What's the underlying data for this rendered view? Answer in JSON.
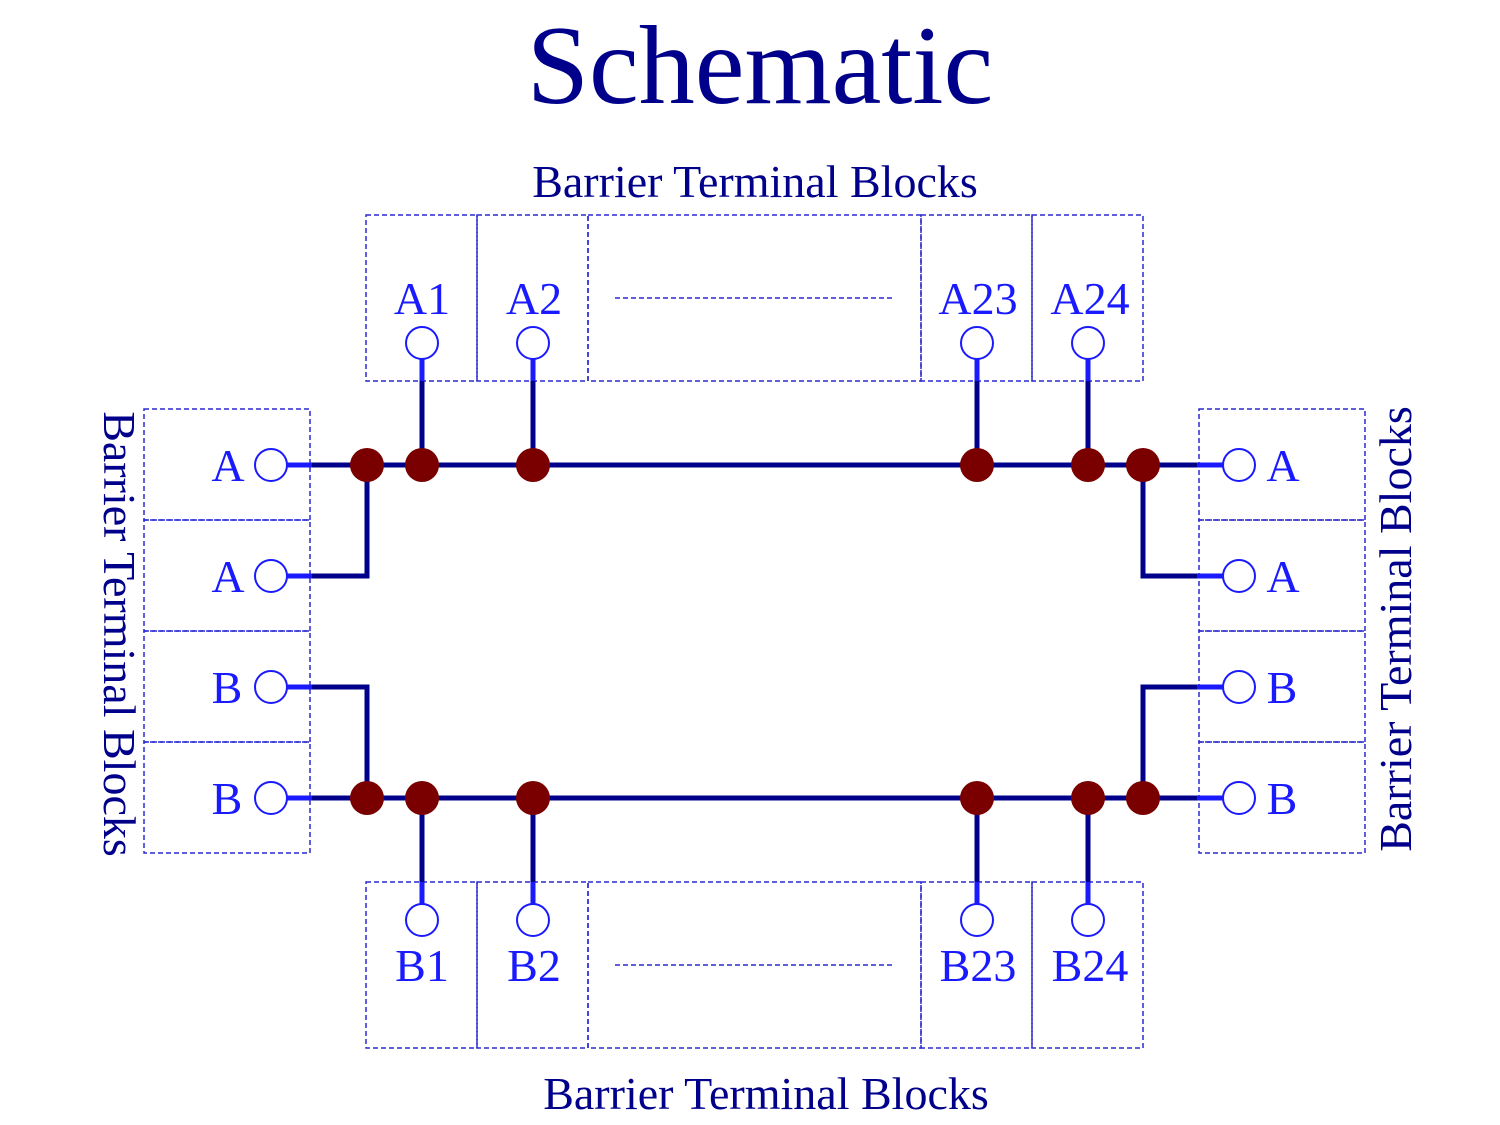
{
  "title": "Schematic",
  "captions": {
    "top": "Barrier Terminal Blocks",
    "bottom": "Barrier Terminal Blocks",
    "left": "Barrier Terminal Blocks",
    "right": "Barrier Terminal Blocks"
  },
  "top_terminals": [
    "A1",
    "A2",
    "A23",
    "A24"
  ],
  "bottom_terminals": [
    "B1",
    "B2",
    "B23",
    "B24"
  ],
  "left_terminals": [
    "A",
    "A",
    "B",
    "B"
  ],
  "right_terminals": [
    "A",
    "A",
    "B",
    "B"
  ],
  "colors": {
    "title": "#00008B",
    "wire": "#00008B",
    "terminal": "#1a1aff",
    "node": "#7a0000",
    "dashed_box": "#2a2ad0"
  }
}
